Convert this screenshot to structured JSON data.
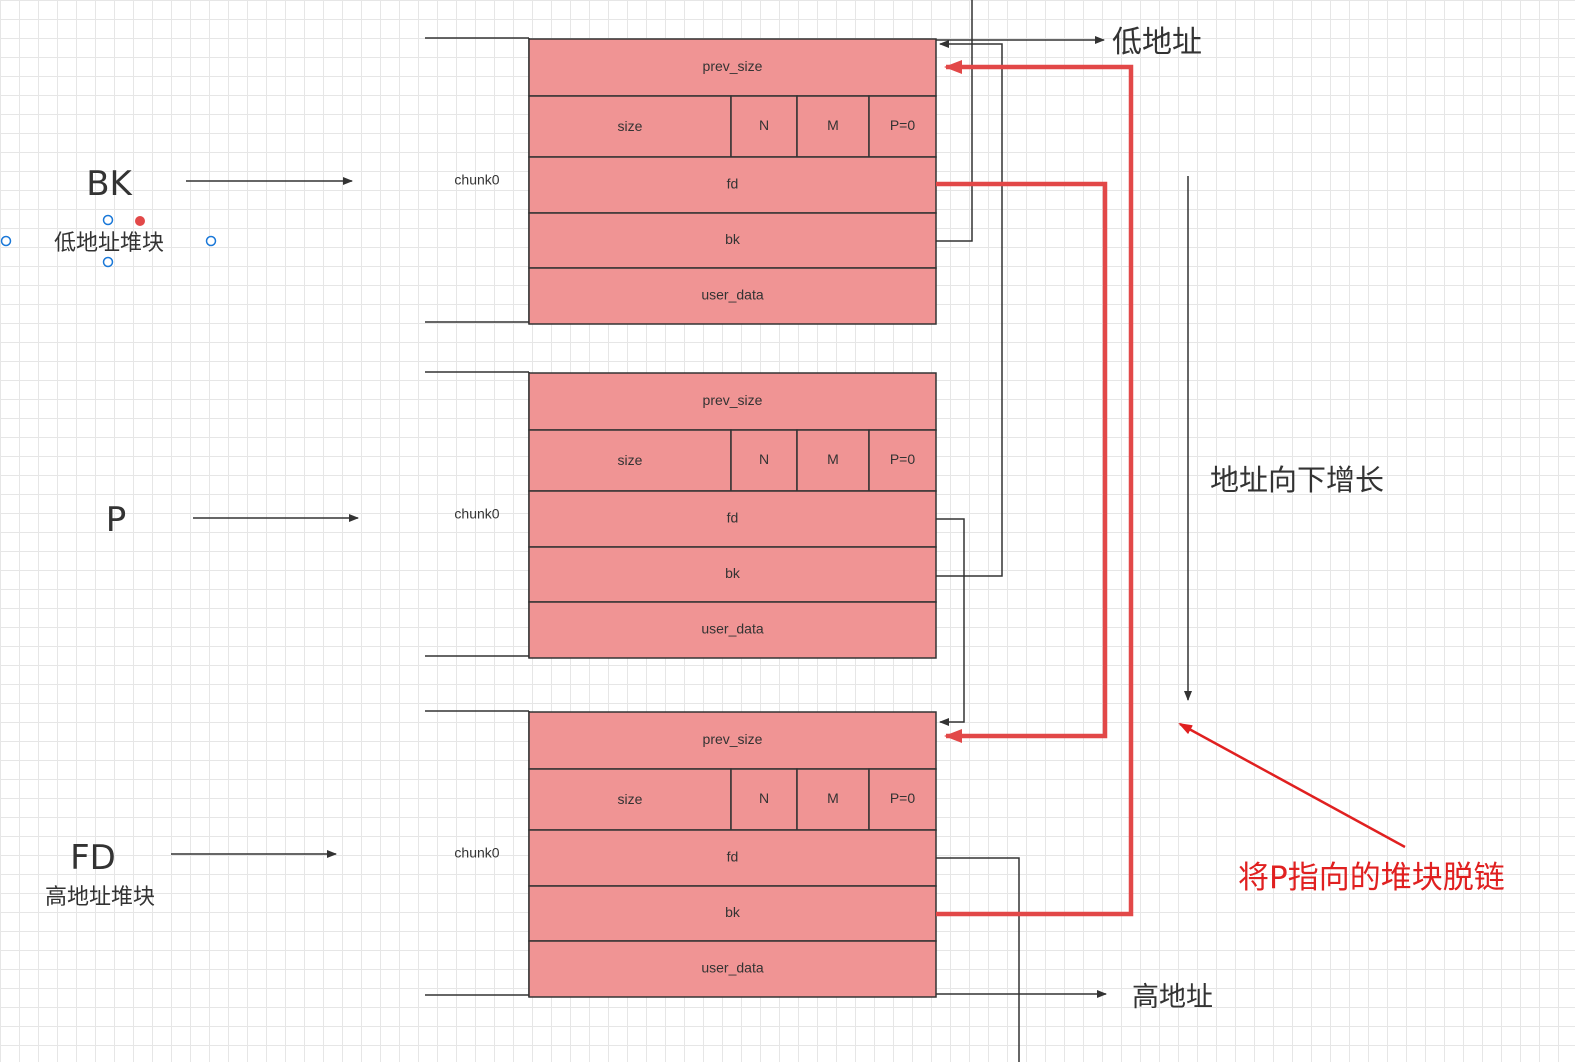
{
  "colors": {
    "cell_fill": "#f09494",
    "cell_stroke": "#333333",
    "line": "#333333",
    "red": "#e24848",
    "red_text": "#e02020",
    "selection": "#1a78d8"
  },
  "cells": {
    "prev_size": "prev_size",
    "size": "size",
    "n": "N",
    "m": "M",
    "p": "P=0",
    "fd": "fd",
    "bk": "bk",
    "user_data": "user_data"
  },
  "chunks": [
    {
      "label": "chunk0"
    },
    {
      "label": "chunk0"
    },
    {
      "label": "chunk0"
    }
  ],
  "pointers": {
    "bk": {
      "name": "BK",
      "note": "低地址堆块"
    },
    "p": {
      "name": "P"
    },
    "fd": {
      "name": "FD",
      "note": "高地址堆块"
    }
  },
  "addresses": {
    "low": "低地址",
    "high": "高地址",
    "growth": "地址向下增长"
  },
  "annotation": "将P指向的堆块脱链"
}
